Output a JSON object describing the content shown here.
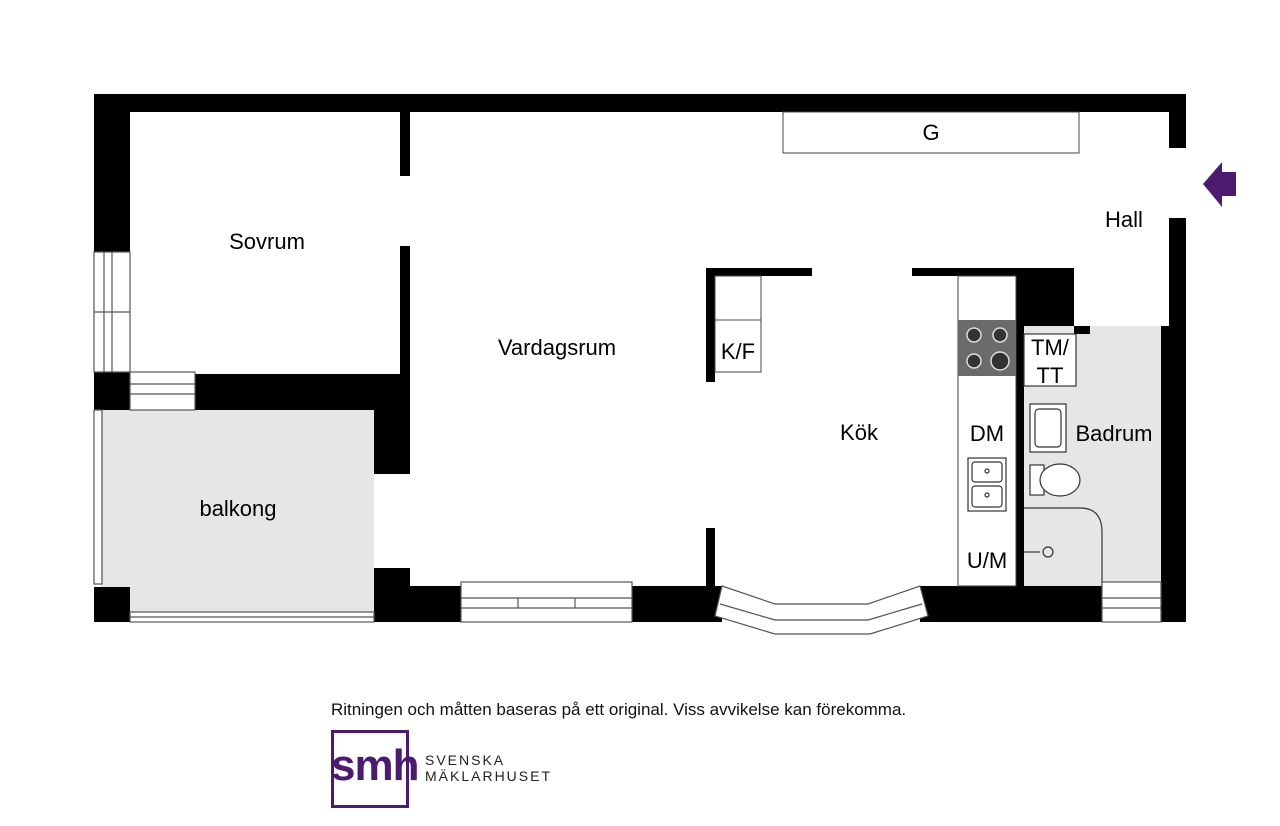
{
  "rooms": {
    "sovrum": "Sovrum",
    "vardagsrum": "Vardagsrum",
    "kok": "Kök",
    "hall": "Hall",
    "badrum": "Badrum",
    "balkong": "balkong"
  },
  "fixtures": {
    "g": "G",
    "kf": "K/F",
    "dm": "DM",
    "um": "U/M",
    "tm_line1": "TM/",
    "tm_line2": "TT"
  },
  "footer": {
    "disclaimer": "Ritningen och måtten baseras på ett original. Viss avvikelse kan förekomma."
  },
  "logo": {
    "mark": "smh",
    "line1": "SVENSKA",
    "line2": "MÄKLARHUSET",
    "color": "#4a1b6f"
  },
  "entrance_arrow_icon": "entrance-arrow-icon",
  "colors": {
    "wall": "#000000",
    "balcony_fill": "#e6e6e6",
    "bathroom_fill": "#e6e6e6",
    "arrow": "#4a1b6f"
  }
}
